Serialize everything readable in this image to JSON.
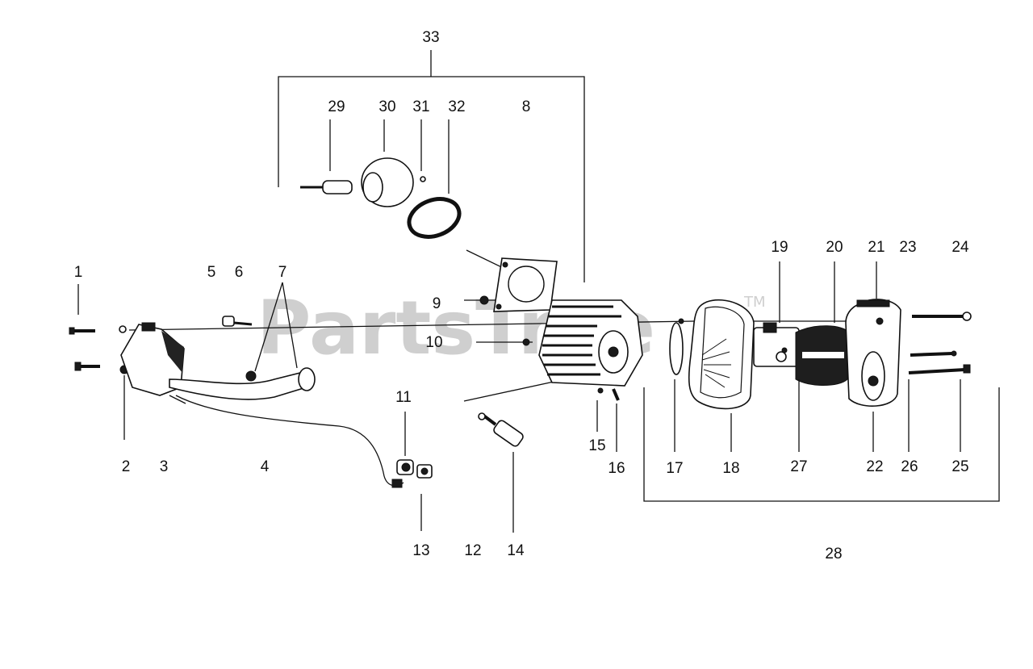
{
  "watermark": {
    "text": "PartsTree",
    "tm": "TM"
  },
  "callouts": {
    "n1": "1",
    "n2": "2",
    "n3": "3",
    "n4": "4",
    "n5": "5",
    "n6": "6",
    "n7": "7",
    "n8": "8",
    "n9": "9",
    "n10": "10",
    "n11": "11",
    "n12": "12",
    "n13": "13",
    "n14": "14",
    "n15": "15",
    "n16": "16",
    "n17": "17",
    "n18": "18",
    "n19": "19",
    "n20": "20",
    "n21": "21",
    "n22": "22",
    "n23": "23",
    "n24": "24",
    "n25": "25",
    "n26": "26",
    "n27": "27",
    "n28": "28",
    "n29": "29",
    "n30": "30",
    "n31": "31",
    "n32": "32",
    "n33": "33"
  }
}
